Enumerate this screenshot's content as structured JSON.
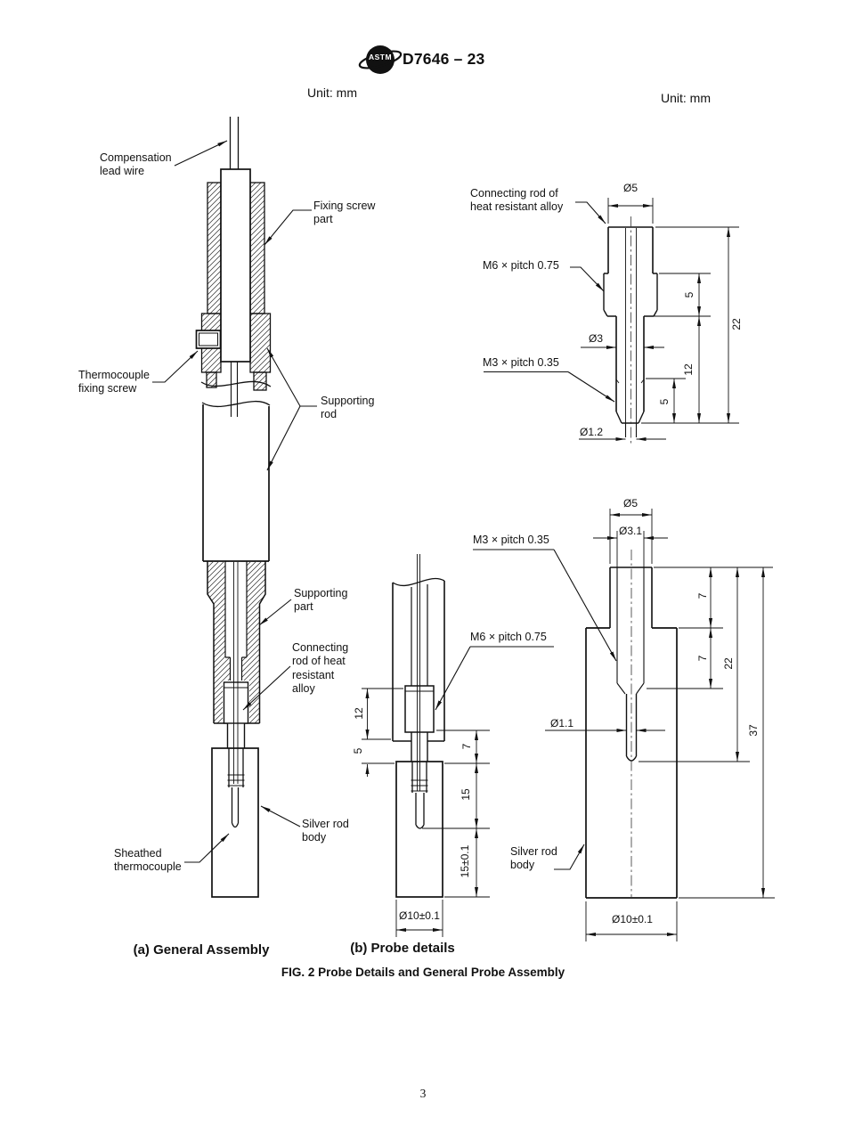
{
  "header": {
    "logo_text": "ASTM",
    "title": "D7646 – 23"
  },
  "units": {
    "left": "Unit: mm",
    "right": "Unit: mm"
  },
  "captions": {
    "a": "(a) General Assembly",
    "b": "(b) Probe details",
    "figure": "FIG. 2 Probe Details and General Probe Assembly"
  },
  "page_number": "3",
  "assembly": {
    "compensation_lead_wire": "Compensation\nlead wire",
    "fixing_screw_part": "Fixing screw\npart",
    "thermocouple_fixing_screw": "Thermocouple\nfixing screw",
    "supporting_rod": "Supporting\nrod",
    "supporting_part": "Supporting\npart",
    "connecting_rod": "Connecting\nrod of heat\nresistant\nalloy",
    "silver_rod_body": "Silver rod\nbody",
    "sheathed_thermocouple": "Sheathed\nthermocouple"
  },
  "probe_details": {
    "m6_thread": "M6 × pitch 0.75",
    "dim_12": "12",
    "dim_5": "5",
    "dim_7": "7",
    "dim_15": "15",
    "dim_15_tol": "15±0.1",
    "dia_10_tol": "Ø10±0.1"
  },
  "detail_top": {
    "connecting_rod": "Connecting rod of\nheat resistant alloy",
    "m6_thread": "M6 × pitch 0.75",
    "m3_thread": "M3 × pitch 0.35",
    "dia_5": "Ø5",
    "dia_3": "Ø3",
    "dia_1_2": "Ø1.2",
    "dim_5_thread": "5",
    "dim_22": "22",
    "dim_12": "12",
    "dim_5_m3": "5"
  },
  "detail_bottom": {
    "m3_thread": "M3 × pitch 0.35",
    "silver_rod_body": "Silver rod\nbody",
    "dia_5": "Ø5",
    "dia_3_1": "Ø3.1",
    "dia_1_1": "Ø1.1",
    "dia_10_tol": "Ø10±0.1",
    "dim_7_upper": "7",
    "dim_7_lower": "7",
    "dim_22": "22",
    "dim_37": "37"
  }
}
